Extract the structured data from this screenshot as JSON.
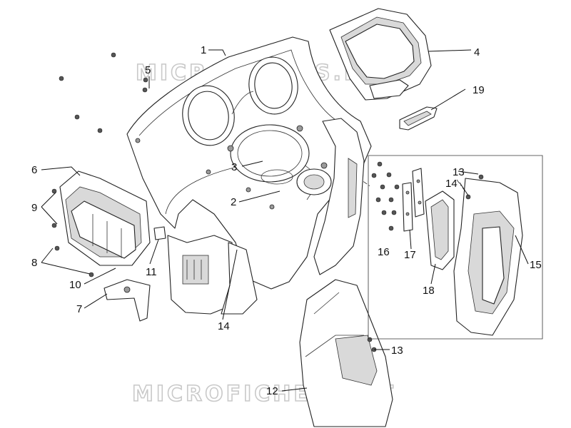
{
  "watermark": {
    "top": "MICROFICHES.NET",
    "bottom": "MICROFICHES.NET"
  },
  "callouts": {
    "c1": "1",
    "c2": "2",
    "c3": "3",
    "c4": "4",
    "c5": "5",
    "c6": "6",
    "c7": "7",
    "c8": "8",
    "c9": "9",
    "c10": "10",
    "c11": "11",
    "c12": "12",
    "c13a": "13",
    "c13b": "13",
    "c14a": "14",
    "c14b": "14",
    "c15": "15",
    "c16": "16",
    "c17": "17",
    "c18": "18",
    "c19": "19"
  },
  "colors": {
    "line": "#222222",
    "shade": "#d9d9d9",
    "watermark": "#c9c9c9"
  }
}
